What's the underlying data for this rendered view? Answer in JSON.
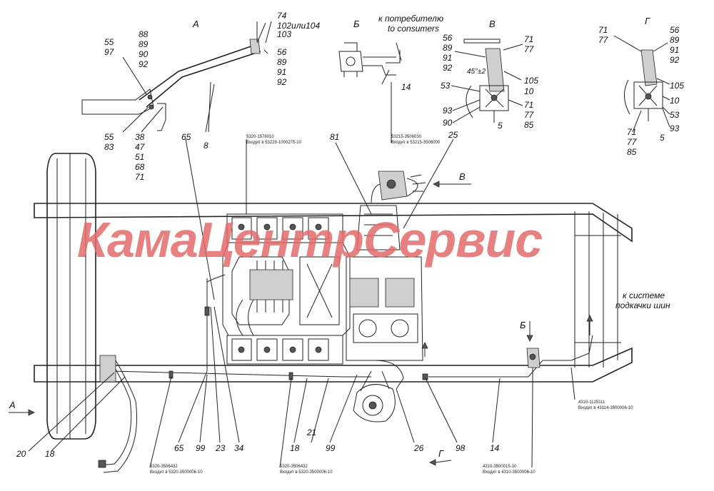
{
  "watermark": "КамаЦентрСервис",
  "views": {
    "a": "А",
    "b": "Б",
    "v": "В",
    "g": "Г"
  },
  "notes": {
    "consumers_ru": "к потребителю",
    "consumers_en": "to consumers",
    "tire_inflation_1": "к системе",
    "tire_inflation_2": "подкачки шин",
    "angle": "45°±2"
  },
  "part_codes": [
    {
      "code": "5320-1578010",
      "note": "Входит в 53229-1000275-10"
    },
    {
      "code": "53215-3506030",
      "note": "Входит в 53215-3506000"
    },
    {
      "code": "5320-3506432",
      "note": "Входит в 5320-3500006-10"
    },
    {
      "code": "5320-3506432",
      "note": "Входит в 5320-3500006-10"
    },
    {
      "code": "4310-3500015-10",
      "note": "Входит в 4310-3500006-10"
    },
    {
      "code": "4310-1125111",
      "note": "Входит в 43114-3500006-10"
    }
  ],
  "callouts_a": {
    "top_right": [
      "74",
      "102или104",
      "103"
    ],
    "right": [
      "56",
      "89",
      "91",
      "92"
    ],
    "left_top": [
      "88",
      "89",
      "90",
      "92"
    ],
    "left_mid": [
      "55",
      "97"
    ],
    "bottom_left": [
      "55",
      "83"
    ],
    "bottom_mid": [
      "38",
      "47",
      "51",
      "68",
      "71"
    ],
    "bottom_right": [
      "8"
    ]
  },
  "callouts_b": [
    "14"
  ],
  "callouts_v": {
    "left": [
      "56",
      "89",
      "91",
      "92"
    ],
    "right_top": [
      "71",
      "77"
    ],
    "right": [
      "105",
      "10"
    ],
    "left_mid": [
      "53"
    ],
    "left_bottom": [
      "93",
      "90"
    ],
    "right_bottom": [
      "71",
      "77",
      "85"
    ],
    "bottom": [
      "5"
    ]
  },
  "callouts_g": {
    "left_top": [
      "71",
      "77"
    ],
    "right_top": [
      "56",
      "89",
      "91",
      "92"
    ],
    "right": [
      "105",
      "10",
      "53",
      "93"
    ],
    "bottom_left": [
      "71",
      "77",
      "85"
    ],
    "bottom": [
      "5"
    ]
  },
  "callouts_main": {
    "n65_top": "65",
    "n8": "8",
    "n81": "81",
    "n25": "25",
    "n20": "20",
    "n18_left": "18",
    "n65_bottom": "65",
    "n99_left": "99",
    "n23": "23",
    "n34": "34",
    "n18_mid": "18",
    "n21": "21",
    "n99_right": "99",
    "n26": "26",
    "n98": "98",
    "n14": "14"
  }
}
